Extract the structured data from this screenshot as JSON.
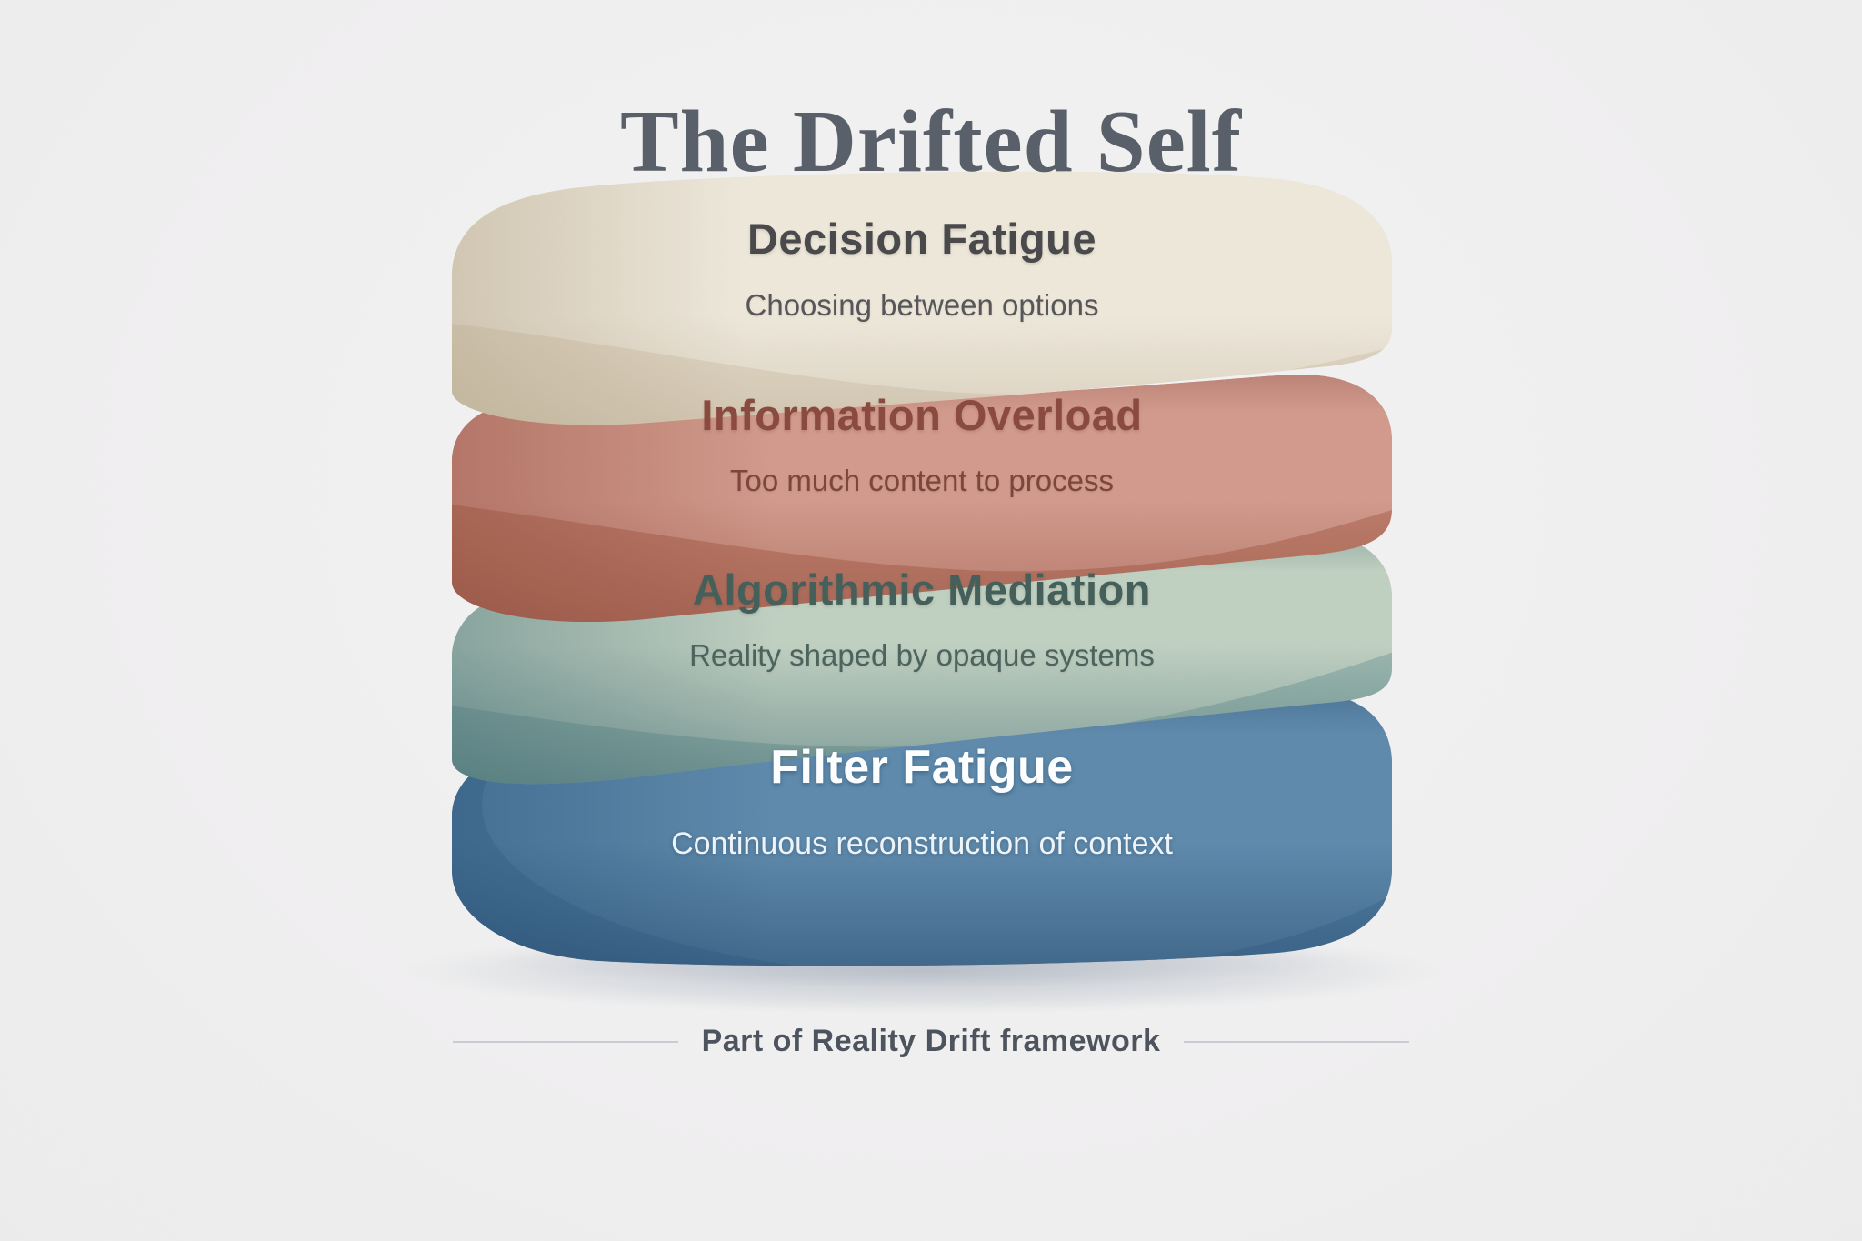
{
  "title": "The Drifted Self",
  "caption": "Part of Reality Drift framework",
  "layers": [
    {
      "name": "Decision Fatigue",
      "description": "Choosing between options",
      "color": "#e6dcca",
      "text_color": "#4a4a4d"
    },
    {
      "name": "Information Overload",
      "description": "Too much content to process",
      "color": "#c07c6a",
      "text_color": "#8a4a40"
    },
    {
      "name": "Algorithmic Mediation",
      "description": "Reality shaped by opaque systems",
      "color": "#9cbab1",
      "text_color": "#45605a"
    },
    {
      "name": "Filter Fatigue",
      "description": "Continuous reconstruction of context",
      "color": "#46769f",
      "text_color": "#fcfdfe"
    }
  ]
}
